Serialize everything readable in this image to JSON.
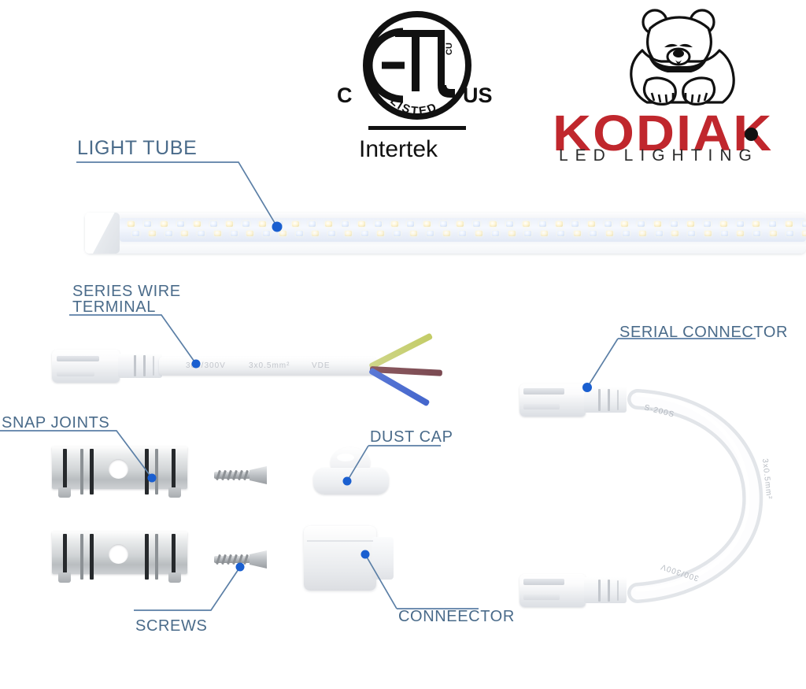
{
  "background": "#ffffff",
  "accent_label_color": "#4a6b8a",
  "leader_line_color": "#5b7fa6",
  "leader_dot_color": "#1a5fd0",
  "brand": {
    "name": "KODIAK",
    "tagline": "LED LIGHTING",
    "word_color": "#c0272d",
    "tagline_color": "#2b2b2b",
    "mark_icon": "bear-icon"
  },
  "certification": {
    "mark": "ETL",
    "left_letter": "C",
    "right_letter": "US",
    "listed_text": "LISTED",
    "superscript": "CU",
    "agency": "Intertek",
    "color": "#111111"
  },
  "callouts": [
    {
      "id": "light-tube",
      "label": "LIGHT TUBE",
      "lines": [
        "LIGHT TUBE"
      ],
      "rule": "under"
    },
    {
      "id": "series-wire",
      "label": "SERIES WIRE TERMINAL",
      "lines": [
        "SERIES WIRE",
        "TERMINAL"
      ],
      "rule": "under"
    },
    {
      "id": "serial-connector",
      "label": "SERIAL CONNECTOR",
      "lines": [
        "SERIAL CONNECTOR"
      ],
      "rule": "under"
    },
    {
      "id": "snap-joints",
      "label": "SNAP JOINTS",
      "lines": [
        "SNAP JOINTS"
      ],
      "rule": "under"
    },
    {
      "id": "dust-cap",
      "label": "DUST CAP",
      "lines": [
        "DUST CAP"
      ],
      "rule": "under"
    },
    {
      "id": "screws",
      "label": "SCREWS",
      "lines": [
        "SCREWS"
      ],
      "rule": "over"
    },
    {
      "id": "connector",
      "label": "CONNEECTOR",
      "lines": [
        "CONNEECTOR"
      ],
      "rule": "over"
    }
  ],
  "components": {
    "light_tube": {
      "name": "LED light tube",
      "led_count_top": 46,
      "led_count_bottom": 46
    },
    "wire_terminal": {
      "name": "series wire terminal",
      "cable_print": "300/300V",
      "lead_colors": [
        "#c3cc66",
        "#7b4a52",
        "#4466cc"
      ]
    },
    "serial_cable": {
      "name": "serial connector cable",
      "cable_print_top": "S-200S",
      "cable_print_bottom": "300/300V"
    },
    "snap_joint": {
      "name": "snap joint clip",
      "quantity": 2
    },
    "screw": {
      "name": "mounting screw",
      "quantity": 2
    },
    "dust_cap": {
      "name": "dust cap",
      "quantity": 1
    },
    "connector": {
      "name": "connector block",
      "quantity": 1
    }
  }
}
